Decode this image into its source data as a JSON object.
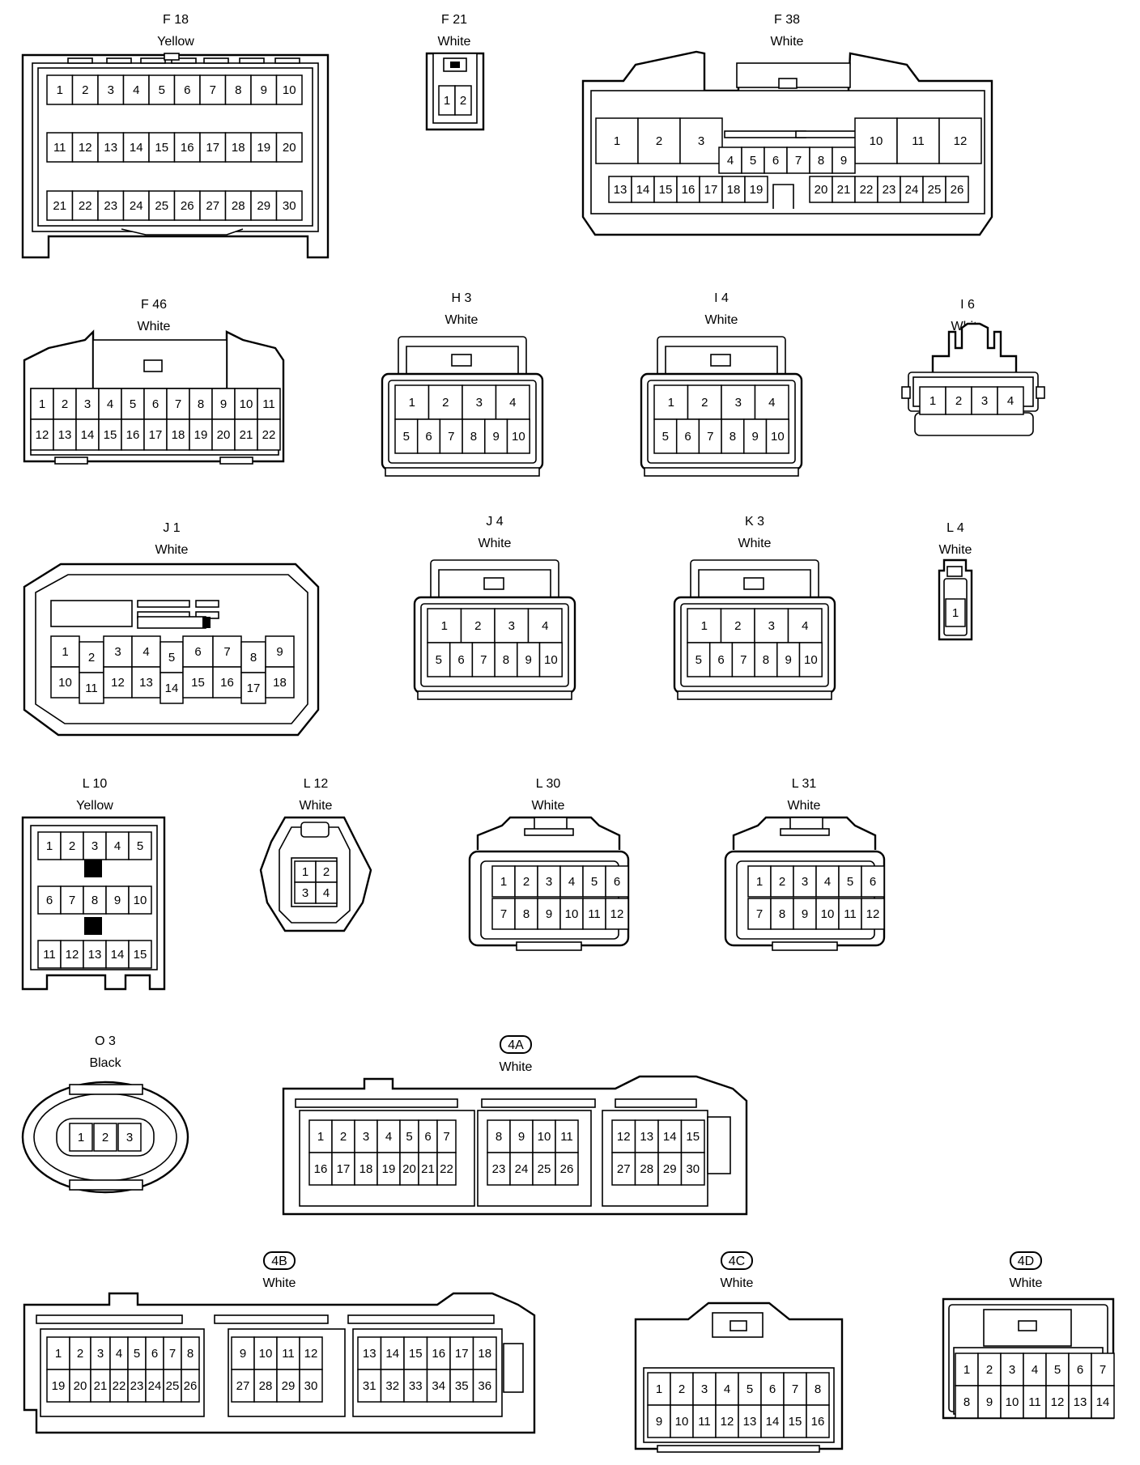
{
  "connectors": [
    {
      "id": "F 18",
      "color": "Yellow",
      "rows": [
        [
          "1",
          "2",
          "3",
          "4",
          "5",
          "6",
          "7",
          "8",
          "9",
          "10"
        ],
        [
          "11",
          "12",
          "13",
          "14",
          "15",
          "16",
          "17",
          "18",
          "19",
          "20"
        ],
        [
          "21",
          "22",
          "23",
          "24",
          "25",
          "26",
          "27",
          "28",
          "29",
          "30"
        ]
      ]
    },
    {
      "id": "F 21",
      "color": "White",
      "rows": [
        [
          "1",
          "2"
        ]
      ]
    },
    {
      "id": "F 38",
      "color": "White",
      "rows": [
        [
          "1",
          "2",
          "3",
          "10",
          "11",
          "12"
        ],
        [
          "4",
          "5",
          "6",
          "7",
          "8",
          "9"
        ],
        [
          "13",
          "14",
          "15",
          "16",
          "17",
          "18",
          "19",
          "20",
          "21",
          "22",
          "23",
          "24",
          "25",
          "26"
        ]
      ]
    },
    {
      "id": "F 46",
      "color": "White",
      "rows": [
        [
          "1",
          "2",
          "3",
          "4",
          "5",
          "6",
          "7",
          "8",
          "9",
          "10",
          "11"
        ],
        [
          "12",
          "13",
          "14",
          "15",
          "16",
          "17",
          "18",
          "19",
          "20",
          "21",
          "22"
        ]
      ]
    },
    {
      "id": "H 3",
      "color": "White",
      "rows": [
        [
          "1",
          "2",
          "3",
          "4"
        ],
        [
          "5",
          "6",
          "7",
          "8",
          "9",
          "10"
        ]
      ]
    },
    {
      "id": "I 4",
      "color": "White",
      "rows": [
        [
          "1",
          "2",
          "3",
          "4"
        ],
        [
          "5",
          "6",
          "7",
          "8",
          "9",
          "10"
        ]
      ]
    },
    {
      "id": "I 6",
      "color": "White",
      "rows": [
        [
          "1",
          "2",
          "3",
          "4"
        ]
      ]
    },
    {
      "id": "J 1",
      "color": "White",
      "rows": [
        [
          "1",
          "2",
          "3",
          "4",
          "5",
          "6",
          "7",
          "8",
          "9"
        ],
        [
          "10",
          "11",
          "12",
          "13",
          "14",
          "15",
          "16",
          "17",
          "18"
        ]
      ]
    },
    {
      "id": "J 4",
      "color": "White",
      "rows": [
        [
          "1",
          "2",
          "3",
          "4"
        ],
        [
          "5",
          "6",
          "7",
          "8",
          "9",
          "10"
        ]
      ]
    },
    {
      "id": "K 3",
      "color": "White",
      "rows": [
        [
          "1",
          "2",
          "3",
          "4"
        ],
        [
          "5",
          "6",
          "7",
          "8",
          "9",
          "10"
        ]
      ]
    },
    {
      "id": "L 4",
      "color": "White",
      "rows": [
        [
          "1"
        ]
      ]
    },
    {
      "id": "L 10",
      "color": "Yellow",
      "rows": [
        [
          "1",
          "2",
          "3",
          "4",
          "5"
        ],
        [
          "6",
          "7",
          "8",
          "9",
          "10"
        ],
        [
          "11",
          "12",
          "13",
          "14",
          "15"
        ]
      ]
    },
    {
      "id": "L 12",
      "color": "White",
      "rows": [
        [
          "1",
          "2"
        ],
        [
          "3",
          "4"
        ]
      ]
    },
    {
      "id": "L 30",
      "color": "White",
      "rows": [
        [
          "1",
          "2",
          "3",
          "4",
          "5",
          "6"
        ],
        [
          "7",
          "8",
          "9",
          "10",
          "11",
          "12"
        ]
      ]
    },
    {
      "id": "L 31",
      "color": "White",
      "rows": [
        [
          "1",
          "2",
          "3",
          "4",
          "5",
          "6"
        ],
        [
          "7",
          "8",
          "9",
          "10",
          "11",
          "12"
        ]
      ]
    },
    {
      "id": "O 3",
      "color": "Black",
      "rows": [
        [
          "1",
          "2",
          "3"
        ]
      ]
    },
    {
      "id": "4A",
      "color": "White",
      "boxed": true,
      "rows": [
        [
          "1",
          "2",
          "3",
          "4",
          "5",
          "6",
          "7",
          "8",
          "9",
          "10",
          "11",
          "12",
          "13",
          "14",
          "15"
        ],
        [
          "16",
          "17",
          "18",
          "19",
          "20",
          "21",
          "22",
          "23",
          "24",
          "25",
          "26",
          "27",
          "28",
          "29",
          "30"
        ]
      ]
    },
    {
      "id": "4B",
      "color": "White",
      "boxed": true,
      "rows": [
        [
          "1",
          "2",
          "3",
          "4",
          "5",
          "6",
          "7",
          "8",
          "9",
          "10",
          "11",
          "12",
          "13",
          "14",
          "15",
          "16",
          "17",
          "18"
        ],
        [
          "19",
          "20",
          "21",
          "22",
          "23",
          "24",
          "25",
          "26",
          "27",
          "28",
          "29",
          "30",
          "31",
          "32",
          "33",
          "34",
          "35",
          "36"
        ]
      ]
    },
    {
      "id": "4C",
      "color": "White",
      "boxed": true,
      "rows": [
        [
          "1",
          "2",
          "3",
          "4",
          "5",
          "6",
          "7",
          "8"
        ],
        [
          "9",
          "10",
          "11",
          "12",
          "13",
          "14",
          "15",
          "16"
        ]
      ]
    },
    {
      "id": "4D",
      "color": "White",
      "boxed": true,
      "rows": [
        [
          "1",
          "2",
          "3",
          "4",
          "5",
          "6",
          "7"
        ],
        [
          "8",
          "9",
          "10",
          "11",
          "12",
          "13",
          "14"
        ]
      ]
    }
  ]
}
